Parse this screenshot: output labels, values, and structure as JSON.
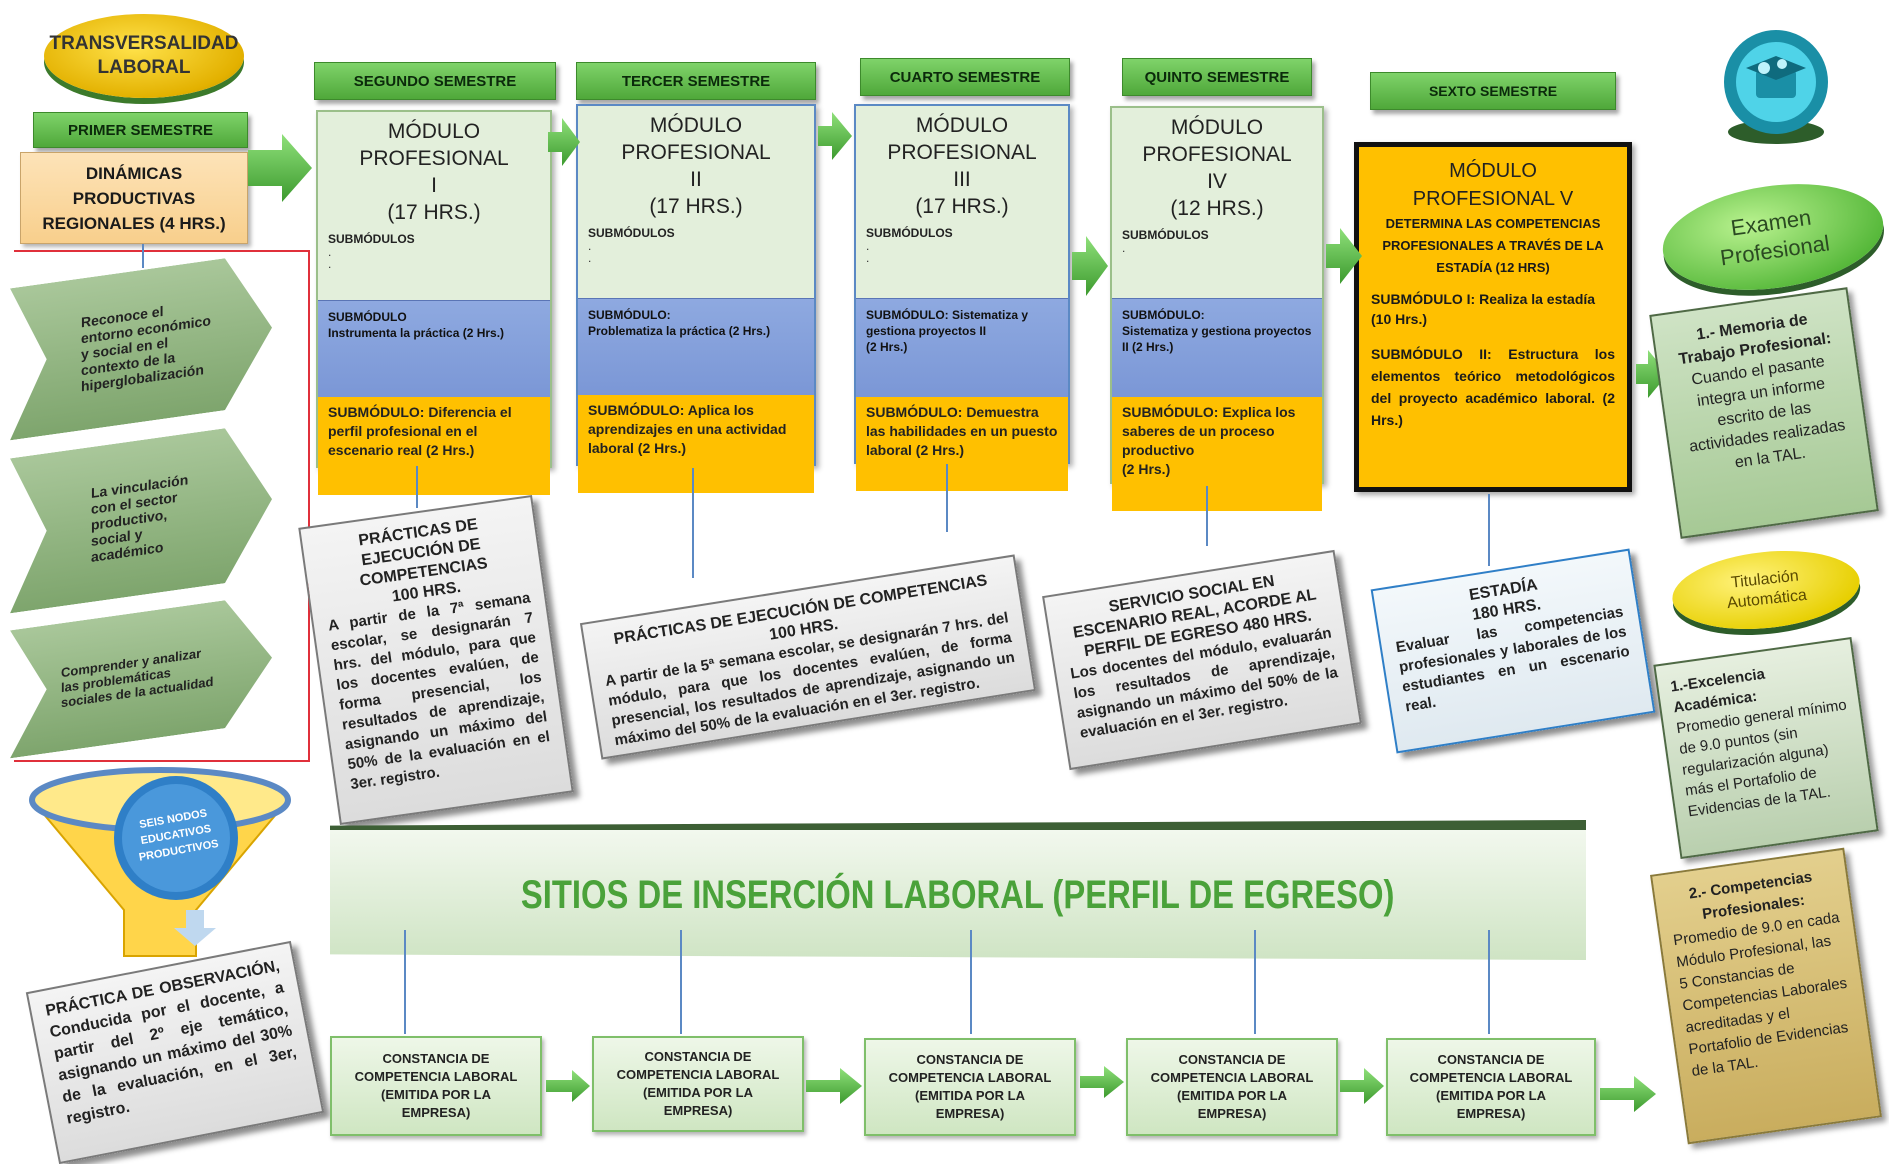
{
  "transversalidad": {
    "label": "TRANSVERSALIDAD\nLABORAL"
  },
  "first_semester": {
    "header": "PRIMER SEMESTRE",
    "box": "DINÁMICAS PRODUCTIVAS REGIONALES (4 HRS.)",
    "chevrons": [
      "Reconoce el entorno económico y social en el contexto de la hiperglobalización",
      "La vinculación con el sector productivo, social y académico",
      "Comprender y analizar las problemáticas sociales de la actualidad"
    ],
    "funnel_label": "SEIS NODOS EDUCATIVOS PRODUCTIVOS",
    "observation": "PRÁCTICA DE OBSERVACIÓN, Conducida por el docente, a partir del 2º eje temático, asignando un máximo del 30% de la evaluación, en el 3er, registro."
  },
  "modules": [
    {
      "header": "SEGUNDO SEMESTRE",
      "title": "MÓDULO\nPROFESIONAL\nI\n(17 HRS.)",
      "sub_label": "SUBMÓDULOS",
      "blue": "SUBMÓDULO\nInstrumenta la práctica (2 Hrs.)",
      "yellow": "SUBMÓDULO: Diferencia el perfil profesional en el escenario real (2 Hrs.)"
    },
    {
      "header": "TERCER SEMESTRE",
      "title": "MÓDULO\nPROFESIONAL\nII\n(17 HRS.)",
      "sub_label": "SUBMÓDULOS",
      "blue": "SUBMÓDULO:\nProblematiza la práctica (2 Hrs.)",
      "yellow": "SUBMÓDULO: Aplica los aprendizajes en una actividad laboral (2 Hrs.)"
    },
    {
      "header": "CUARTO SEMESTRE",
      "title": "MÓDULO\nPROFESIONAL\nIII\n(17 HRS.)",
      "sub_label": "SUBMÓDULOS",
      "blue": "SUBMÓDULO: Sistematiza y gestiona proyectos II\n(2 Hrs.)",
      "yellow": "SUBMÓDULO: Demuestra las habilidades en un puesto laboral (2 Hrs.)"
    },
    {
      "header": "QUINTO SEMESTRE",
      "title": "MÓDULO\nPROFESIONAL\nIV\n(12 HRS.)",
      "sub_label": "SUBMÓDULOS",
      "blue": "SUBMÓDULO:\nSistematiza y gestiona proyectos II (2 Hrs.)",
      "yellow": "SUBMÓDULO: Explica los saberes de un proceso productivo\n(2 Hrs.)"
    }
  ],
  "sexto": {
    "header": "SEXTO SEMESTRE",
    "title": "MÓDULO\nPROFESIONAL V",
    "subtitle": "DETERMINA LAS COMPETENCIAS PROFESIONALES A TRAVÉS DE LA ESTADÍA (12 HRS)",
    "sub1": "SUBMÓDULO I: Realiza la estadía (10 Hrs.)",
    "sub2": "SUBMÓDULO II: Estructura los elementos teórico metodológicos del proyecto académico laboral. (2 Hrs.)"
  },
  "practices": {
    "p1": {
      "title": "PRÁCTICAS DE EJECUCIÓN DE COMPETENCIAS\n100 HRS.",
      "body": "A partir de la 7ª semana escolar, se designarán 7 hrs. del módulo, para que los docentes evalúen, de forma presencial, los resultados de aprendizaje, asignando un máximo del 50% de la evaluación en el 3er. registro."
    },
    "p2": {
      "title": "PRÁCTICAS DE EJECUCIÓN DE COMPETENCIAS\n100 HRS.",
      "body": "A partir de la 5ª semana escolar, se designarán 7 hrs. del módulo, para que los docentes evalúen, de forma presencial, los resultados de aprendizaje, asignando un máximo del 50% de la evaluación en el 3er. registro."
    },
    "p3": {
      "title": "SERVICIO SOCIAL EN ESCENARIO REAL, ACORDE AL PERFIL DE EGRESO 480 HRS.",
      "body": "Los docentes del módulo, evaluarán los resultados de aprendizaje, asignando un máximo del 50% de la evaluación en el 3er. registro."
    },
    "p4": {
      "title": "ESTADÍA\n180 HRS.",
      "body": "Evaluar las competencias profesionales y laborales de los estudiantes en un escenario real."
    }
  },
  "banner": "SITIOS DE INSERCIÓN LABORAL (PERFIL DE EGRESO)",
  "certificates": [
    "CONSTANCIA DE\nCOMPETENCIA LABORAL\n(EMITIDA POR LA\nEMPRESA)",
    "CONSTANCIA DE\nCOMPETENCIA LABORAL\n(EMITIDA POR LA\nEMPRESA)",
    "CONSTANCIA DE\nCOMPETENCIA LABORAL\n(EMITIDA POR LA\nEMPRESA)",
    "CONSTANCIA DE\nCOMPETENCIA LABORAL\n(EMITIDA POR LA\nEMPRESA)",
    "CONSTANCIA DE\nCOMPETENCIA LABORAL\n(EMITIDA POR LA\nEMPRESA)"
  ],
  "right": {
    "examen": "Examen\nProfesional",
    "memoria_title": "1.- Memoria de Trabajo Profesional:",
    "memoria_body": "Cuando el pasante integra un informe escrito de las actividades realizadas en la TAL.",
    "titulacion": "Titulación\nAutomática",
    "excelencia_title": "1.-Excelencia Académica:",
    "excelencia_body": "Promedio general mínimo de 9.0 puntos (sin regularización alguna) más el Portafolio de Evidencias de la TAL.",
    "competencias_title": "2.- Competencias Profesionales:",
    "competencias_body": "Promedio de 9.0 en cada Módulo Profesional, las 5 Constancias de Competencias Laborales acreditadas y el Portafolio de Evidencias de la TAL."
  },
  "colors": {
    "green_header": "#5cb448",
    "yellow": "#ffc000",
    "blue": "#8ea9e0",
    "module_bg": "#e3efdb"
  }
}
